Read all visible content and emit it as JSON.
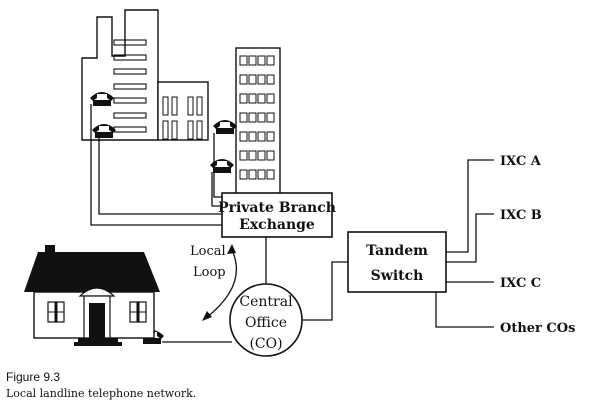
{
  "labels": {
    "pbx_line1": "Private Branch",
    "pbx_line2": "Exchange",
    "local_loop_line1": "Local",
    "local_loop_line2": "Loop",
    "tandem_line1": "Tandem",
    "tandem_line2": "Switch",
    "co_line1": "Central",
    "co_line2": "Office",
    "co_line3": "(CO)",
    "ixc_a": "IXC A",
    "ixc_b": "IXC B",
    "ixc_c": "IXC C",
    "other_cos": "Other COs"
  },
  "caption": {
    "figure_label": "Figure 9.3",
    "text": "Local landline telephone network."
  },
  "icons": [
    "telephone-icon",
    "house-icon",
    "office-building-icon"
  ]
}
